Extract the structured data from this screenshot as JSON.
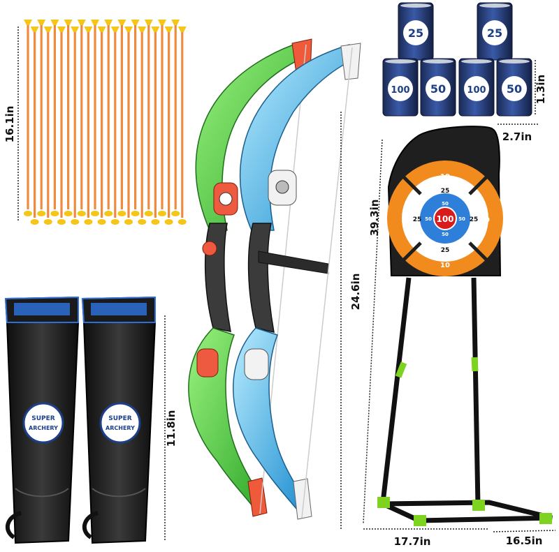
{
  "dimensions": {
    "arrows_length": "16.1in",
    "can_height": "1.3in",
    "can_width": "2.7in",
    "target_height": "39.3in",
    "bow_height": "24.6in",
    "quiver_height": "11.8in",
    "stand_width": "17.7in",
    "stand_depth": "16.5in"
  },
  "cans": [
    "25",
    "25",
    "100",
    "50",
    "100",
    "50"
  ],
  "target": {
    "outer_labels": [
      "10",
      "10",
      "10",
      "10"
    ],
    "mid_labels": [
      "25",
      "25",
      "25",
      "25"
    ],
    "inner_labels": [
      "50",
      "50",
      "50",
      "50"
    ],
    "bullseye": "100"
  },
  "quivers": [
    {
      "badge_line1": "SUPER",
      "badge_line2": "ARCHERY"
    },
    {
      "badge_line1": "SUPER",
      "badge_line2": "ARCHERY"
    }
  ],
  "colors": {
    "arrow_shaft": "#f08a3c",
    "arrow_tip": "#f5c518",
    "bow_green": "#5fdc4a",
    "bow_blue": "#4fc3ee",
    "target_orange": "#f28b1e",
    "target_blue": "#2e7fd9",
    "bullseye_red": "#d81b1b",
    "stand_green": "#7ed321"
  }
}
